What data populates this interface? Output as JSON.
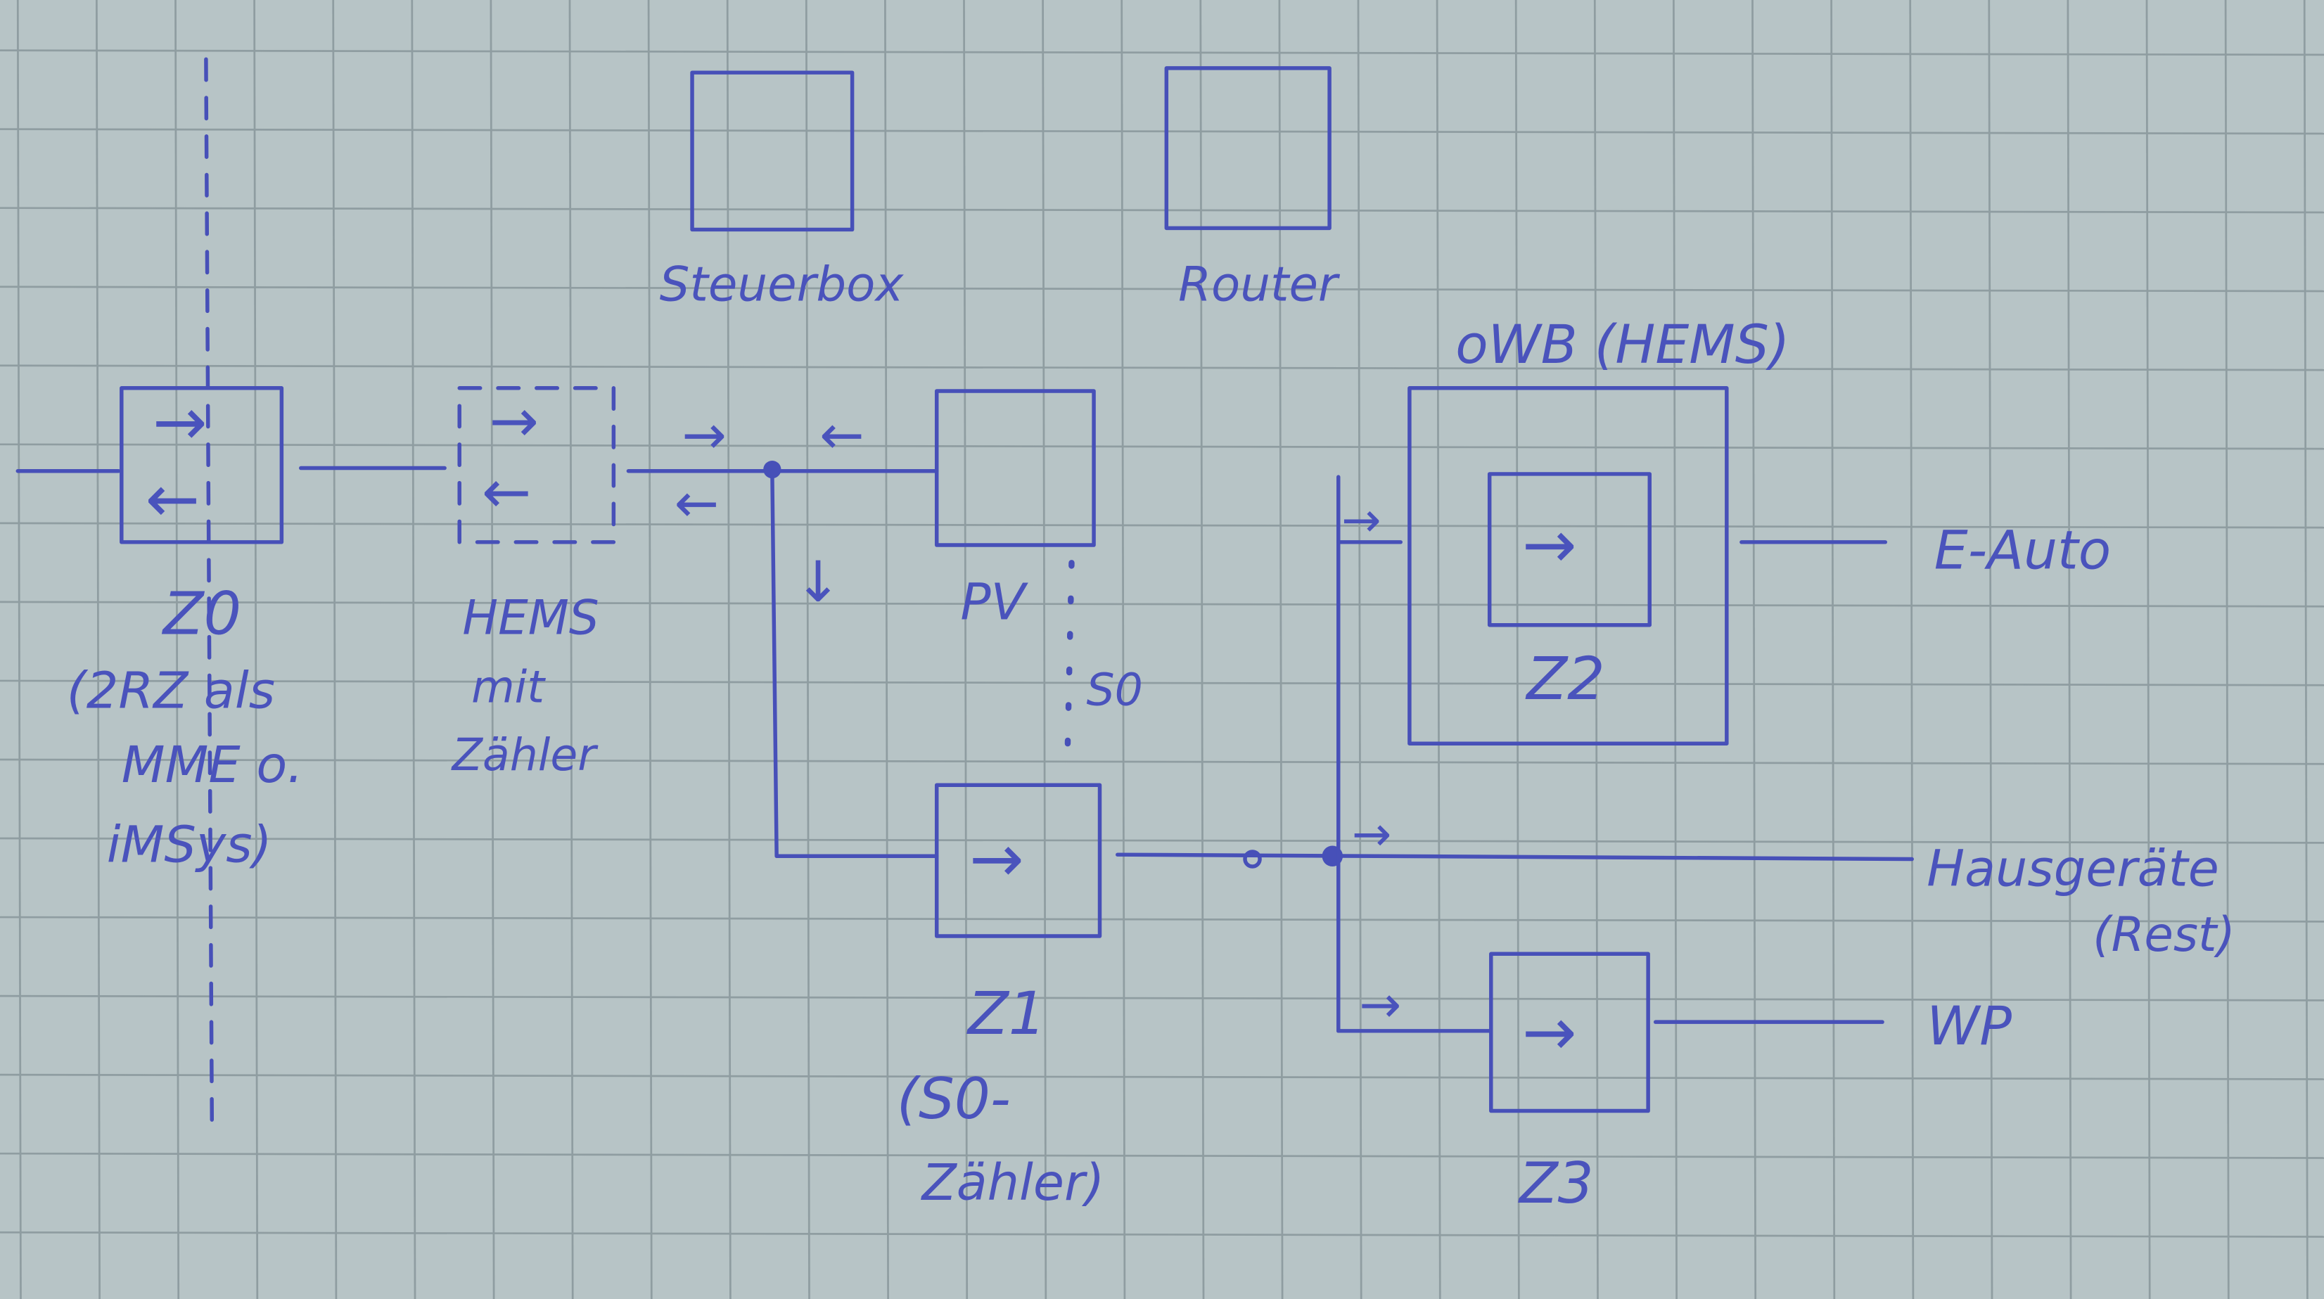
{
  "diagram": {
    "title": "",
    "nodes": {
      "steuerbox": {
        "label": "Steuerbox"
      },
      "router": {
        "label": "Router"
      },
      "z0": {
        "label": "Z0",
        "desc": [
          "(2RZ als",
          "MME o.",
          "iMSys)"
        ]
      },
      "hems": {
        "label": "HEMS",
        "desc": [
          "mit",
          "Zähler"
        ]
      },
      "pv": {
        "label": "PV"
      },
      "s0": {
        "label": "S0"
      },
      "z1": {
        "label": "Z1",
        "desc": [
          "(S0-",
          "Zähler)"
        ]
      },
      "owb": {
        "label": "oWB (HEMS)"
      },
      "z2": {
        "label": "Z2"
      },
      "z3": {
        "label": "Z3"
      },
      "e_auto": {
        "label": "E-Auto"
      },
      "hausgeraete": {
        "label": "Hausgeräte",
        "desc": "(Rest)"
      },
      "wp": {
        "label": "WP"
      }
    },
    "arrows": {
      "right": "→",
      "left": "←",
      "down": "↓"
    },
    "colors": {
      "ink": "#4750b8",
      "paper": "#b7c4c6",
      "grid": "#8f9da1"
    }
  }
}
